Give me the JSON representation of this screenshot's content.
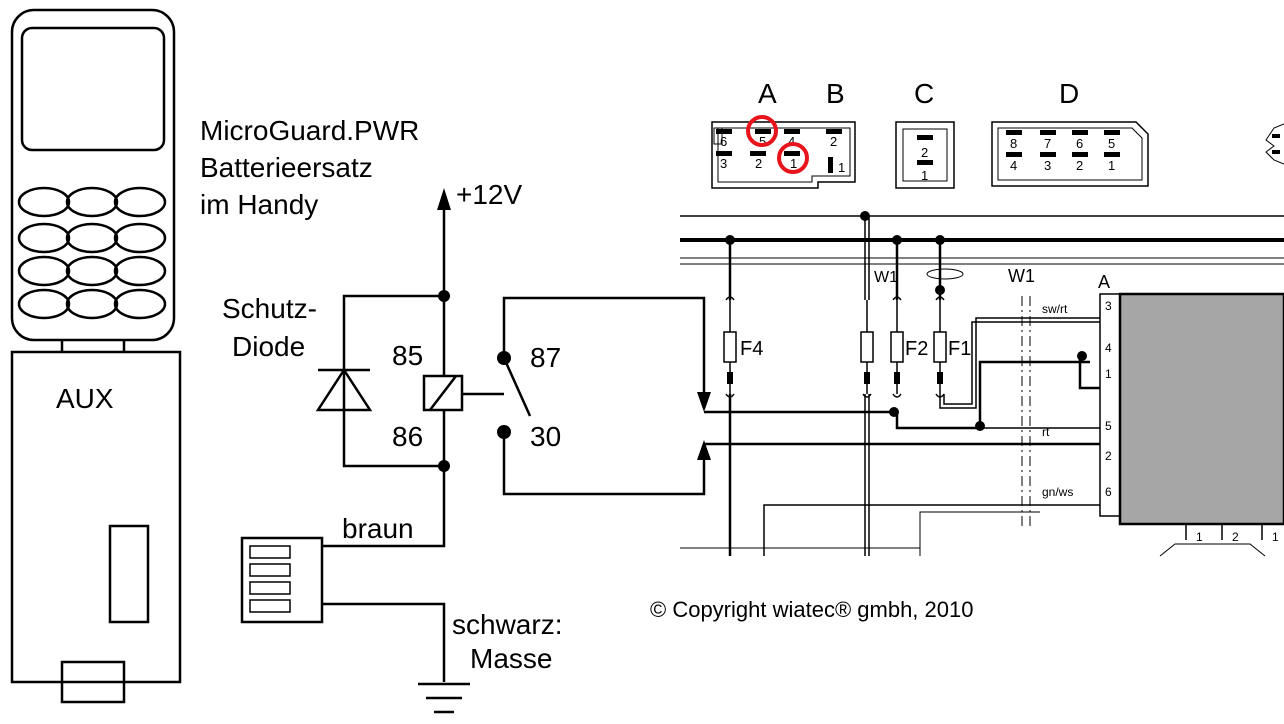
{
  "phone": {
    "aux_label": "AUX"
  },
  "labels": {
    "module_line1": "MicroGuard.PWR",
    "module_line2": "Batterieersatz",
    "module_line3": "im Handy",
    "supply": "+12V",
    "diode_line1": "Schutz-",
    "diode_line2": "Diode",
    "relay_85": "85",
    "relay_86": "86",
    "relay_87": "87",
    "relay_30": "30",
    "wire_brown": "braun",
    "wire_black_line1": "schwarz:",
    "wire_black_line2": "Masse"
  },
  "copyright": "© Copyright wiatec® gmbh, 2010",
  "connectors": {
    "A": {
      "letter": "A",
      "pins_top": [
        "6",
        "5",
        "4"
      ],
      "pins_bottom": [
        "3",
        "2",
        "1"
      ]
    },
    "B": {
      "letter": "B",
      "pins": [
        "2",
        "1"
      ]
    },
    "C": {
      "letter": "C",
      "pins": [
        "2",
        "1"
      ]
    },
    "D": {
      "letter": "D",
      "pins_top": [
        "8",
        "7",
        "6",
        "5"
      ],
      "pins_bottom": [
        "4",
        "3",
        "2",
        "1"
      ]
    }
  },
  "highlight": {
    "color": "#e8141c",
    "circled_pins": [
      "A5",
      "A1"
    ]
  },
  "schematic": {
    "fuses": [
      "F4",
      "F2",
      "F1"
    ],
    "wire_markers": [
      "W1",
      "W1"
    ],
    "unit_label": "A",
    "unit_pins": [
      "3",
      "4",
      "1",
      "5",
      "2",
      "6"
    ],
    "wire_colors": [
      "sw/rt",
      "rt",
      "gn/ws"
    ],
    "bottom_pins": [
      "1",
      "2",
      "1"
    ],
    "unit_fill": "#a6a6a6"
  }
}
